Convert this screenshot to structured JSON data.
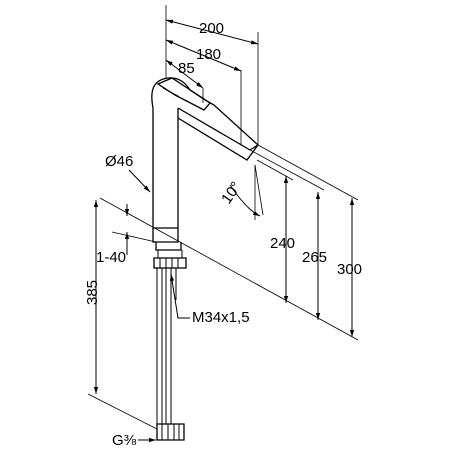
{
  "dimensions": {
    "top_width_200": "200",
    "top_width_180": "180",
    "top_width_85": "85",
    "diameter": "Ø46",
    "angle": "10°",
    "height_240": "240",
    "height_265": "265",
    "height_300": "300",
    "range_1_40": "1-40",
    "length_385": "385",
    "thread_m34": "M34x1,5",
    "thread_g38": "G⅜"
  }
}
